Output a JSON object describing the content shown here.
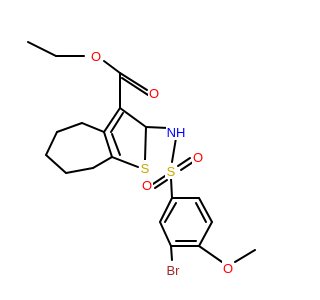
{
  "molecule": {
    "colors": {
      "bond": "#000000",
      "O": "#ff0000",
      "N": "#0000ff",
      "S": "#c8aa00",
      "Br": "#a52a2a"
    },
    "atoms": [
      {
        "id": "O_carbonyl",
        "text": "O",
        "element": "O"
      },
      {
        "id": "O_ester",
        "text": "O",
        "element": "O"
      },
      {
        "id": "NH",
        "text": "NH",
        "element": "N"
      },
      {
        "id": "S_thiophene",
        "text": "S",
        "element": "S"
      },
      {
        "id": "S_sulfonyl",
        "text": "S",
        "element": "S"
      },
      {
        "id": "O_sulfonyl_right",
        "text": "O",
        "element": "O"
      },
      {
        "id": "O_sulfonyl_left",
        "text": "O",
        "element": "O"
      },
      {
        "id": "Br",
        "text": "Br",
        "element": "Br"
      },
      {
        "id": "O_methoxy",
        "text": "O",
        "element": "O"
      }
    ]
  }
}
